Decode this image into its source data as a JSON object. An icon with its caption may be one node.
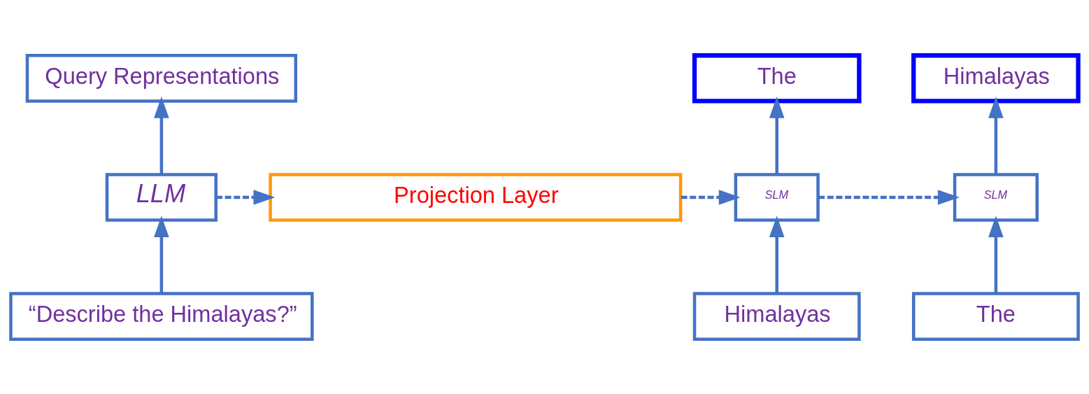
{
  "diagram": {
    "nodes": [
      {
        "text": [
          "Query Representations"
        ]
      },
      {
        "text": [
          "LLM"
        ]
      },
      {
        "text": [
          "“Describe the Himalayas?”"
        ]
      },
      {
        "text": [
          "Projection Layer"
        ]
      },
      {
        "text": [
          "The"
        ]
      },
      {
        "text": [
          "Himalayas"
        ]
      },
      {
        "text": [
          "SLM"
        ]
      },
      {
        "text": [
          "SLM"
        ]
      },
      {
        "text": [
          "Himalayas"
        ]
      },
      {
        "text": [
          "The"
        ]
      }
    ],
    "edges": [
      {
        "from": 2,
        "to": 1,
        "arrow": "to"
      },
      {
        "from": 1,
        "to": 0,
        "arrow": "to"
      },
      {
        "from": 1,
        "to": 3,
        "arrow": "to",
        "style": "dashed"
      },
      {
        "from": 3,
        "to": 6,
        "arrow": "to",
        "style": "dashed"
      },
      {
        "from": 6,
        "to": 7,
        "arrow": "to",
        "style": "dashed"
      },
      {
        "from": 8,
        "to": 6,
        "arrow": "to"
      },
      {
        "from": 6,
        "to": 4,
        "arrow": "to"
      },
      {
        "from": 9,
        "to": 7,
        "arrow": "to"
      },
      {
        "from": 7,
        "to": 5,
        "arrow": "to"
      }
    ]
  }
}
